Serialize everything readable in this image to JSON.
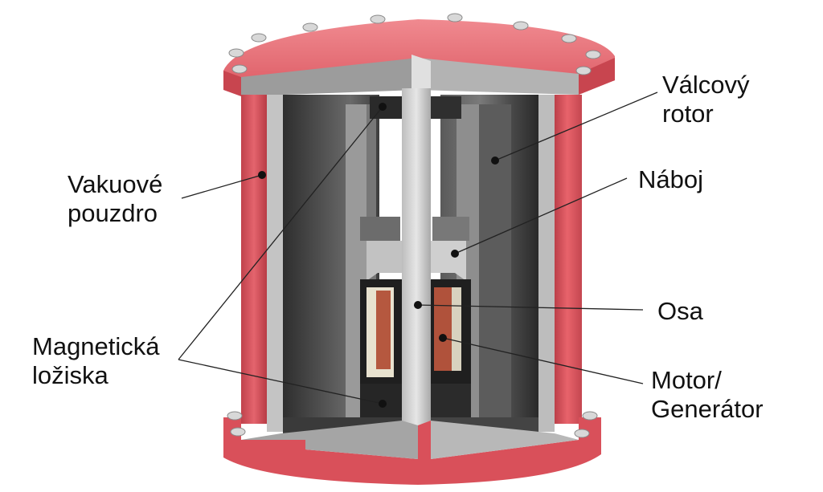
{
  "colors": {
    "housing_red": "#d9505a",
    "housing_red_dark": "#b63b45",
    "flange_top": "#e3727a",
    "steel_light": "#c9c9c9",
    "steel_mid": "#a7a7a7",
    "rotor_dark": "#3a3a3a",
    "rotor_mid": "#555555",
    "copper": "#b5583f",
    "leader": "#222222"
  },
  "labels": {
    "vacuum_housing": {
      "line1": "Vakuové",
      "line2": "pouzdro"
    },
    "magnetic_bearings": {
      "line1": "Magnetická",
      "line2": "ložiska"
    },
    "cylindrical_rotor": {
      "line1": "Válcový",
      "line2": "rotor"
    },
    "hub": {
      "line1": "Náboj"
    },
    "shaft": {
      "line1": "Osa"
    },
    "motor_generator": {
      "line1": "Motor/",
      "line2": "Generátor"
    }
  }
}
